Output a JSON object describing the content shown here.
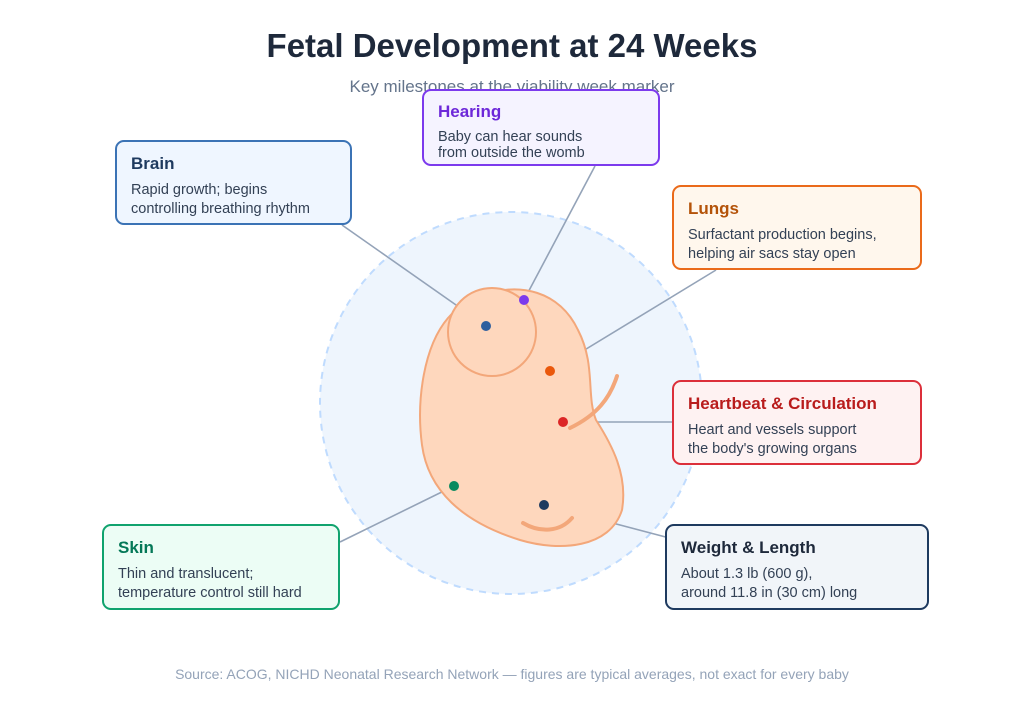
{
  "header": {
    "title": "Fetal Development at 24 Weeks",
    "subtitle": "Key milestones at the viability week marker"
  },
  "callouts": {
    "brain": {
      "title": "Brain",
      "lines": [
        "Rapid growth; begins",
        "controlling breathing rhythm"
      ],
      "color": "#2563eb",
      "border": "#3b73b5",
      "bg": "#eff6ff",
      "dot": "#2f5f9e",
      "title_color": "#1e3a5f"
    },
    "hearing": {
      "title": "Hearing",
      "lines": [
        "Baby can hear sounds",
        "from outside the womb"
      ],
      "color": "#7c3aed",
      "border": "#7c3aed",
      "bg": "#f5f3ff",
      "dot": "#7c3aed",
      "title_color": "#6d28d9"
    },
    "lungs": {
      "title": "Lungs",
      "lines": [
        "Surfactant production begins,",
        "helping air sacs stay open"
      ],
      "color": "#ea580c",
      "border": "#ea6a1a",
      "bg": "#fff7ed",
      "dot": "#ea580c",
      "title_color": "#b45309"
    },
    "heart": {
      "title": "Heartbeat & Circulation",
      "lines": [
        "Heart and vessels support",
        "the body's growing organs"
      ],
      "color": "#dc2626",
      "border": "#dc2f3a",
      "bg": "#fef2f2",
      "dot": "#dc2626",
      "title_color": "#b91c1c"
    },
    "skin": {
      "title": "Skin",
      "lines": [
        "Thin and translucent;",
        "temperature control still hard"
      ],
      "color": "#059669",
      "border": "#10a36e",
      "bg": "#ecfdf5",
      "dot": "#0a8a5f",
      "title_color": "#047857"
    },
    "weight": {
      "title": "Weight & Length",
      "lines": [
        "About 1.3 lb (600 g),",
        "around 11.8 in (30 cm) long"
      ],
      "color": "#1e3a5f",
      "border": "#1e3a5f",
      "bg": "#f1f5f9",
      "dot": "#1e3a5f",
      "title_color": "#1e293b"
    }
  },
  "source": "Source: ACOG, NICHD Neonatal Research Network — figures are typical averages, not exact for every baby"
}
